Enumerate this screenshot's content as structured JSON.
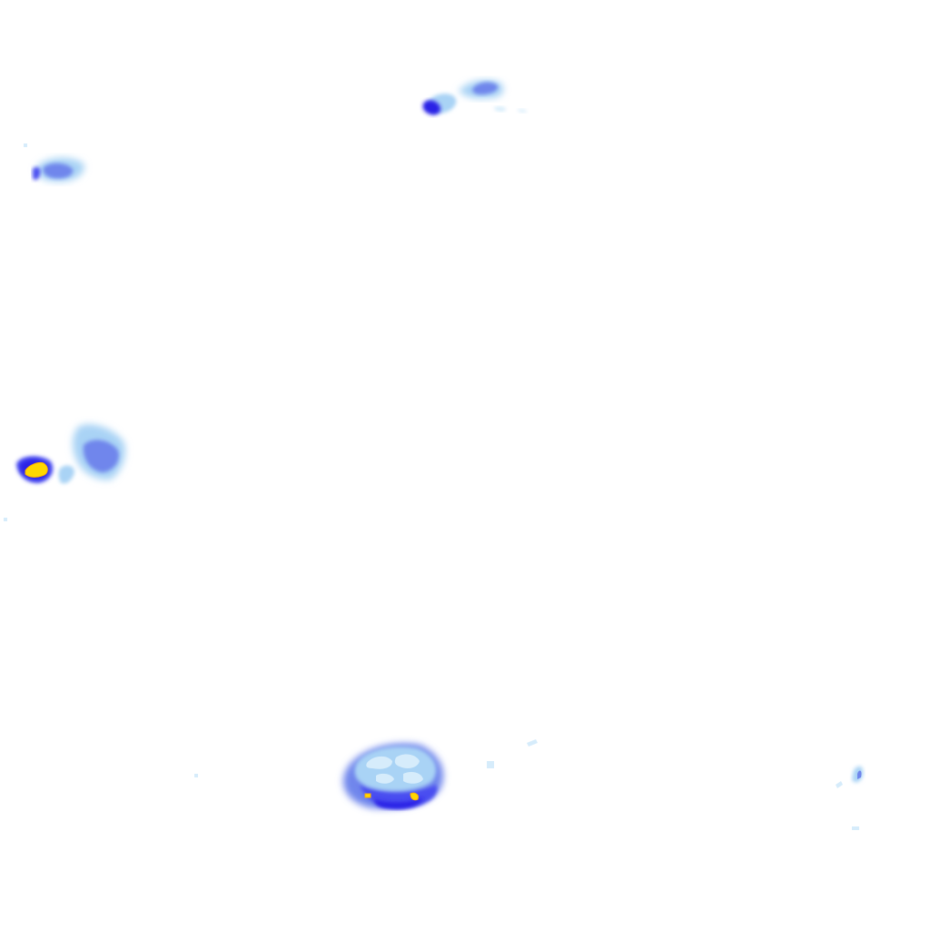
{
  "layer": {
    "type": "precipitation-radar-overlay",
    "background": "transparent",
    "palette": {
      "very_light": "#d6ecfb",
      "light": "#a9d3f5",
      "light_medium": "#86b4ee",
      "medium": "#6f86ec",
      "heavy": "#4a4df0",
      "very_heavy": "#2a22e6",
      "intense": "#ffd800",
      "intense_edge": "#ffb400"
    },
    "echo_cells": [
      {
        "name": "north-center-cluster",
        "intensity_levels": [
          "light",
          "medium",
          "heavy"
        ]
      },
      {
        "name": "northwest-cluster",
        "intensity_levels": [
          "light",
          "medium",
          "heavy"
        ]
      },
      {
        "name": "west-cluster",
        "intensity_levels": [
          "light",
          "medium",
          "heavy",
          "very_heavy",
          "intense"
        ]
      },
      {
        "name": "south-center-storm",
        "intensity_levels": [
          "very_light",
          "light",
          "medium",
          "heavy",
          "very_heavy",
          "intense"
        ]
      },
      {
        "name": "southeast-specks",
        "intensity_levels": [
          "light",
          "medium"
        ]
      }
    ]
  }
}
